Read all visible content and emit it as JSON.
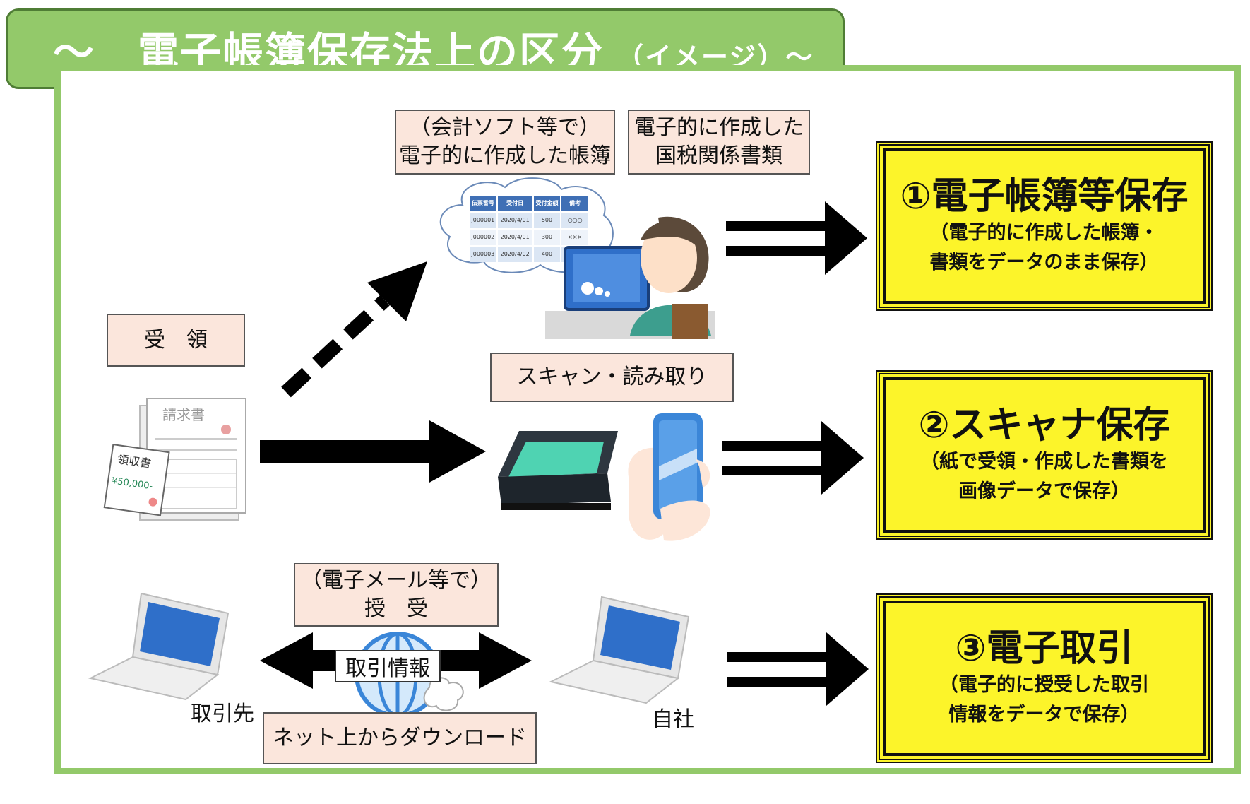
{
  "title": {
    "main": "～　電子帳簿保存法上の区分",
    "sub": "（イメージ）～"
  },
  "labels": {
    "receive": "受　領",
    "accounting_software": "（会計ソフト等で）\n電子的に作成した帳簿",
    "tax_docs": "電子的に作成した\n国税関係書類",
    "scan": "スキャン・読み取り",
    "email": "（電子メール等で）\n授　受",
    "trade_info": "取引情報",
    "download": "ネット上からダウンロード",
    "partner": "取引先",
    "own_company": "自社"
  },
  "results": [
    {
      "title": "①電子帳簿等保存",
      "desc": "（電子的に作成した帳簿・\n書類をデータのまま保存）"
    },
    {
      "title": "②スキャナ保存",
      "desc": "（紙で受領・作成した書類を\n画像データで保存）"
    },
    {
      "title": "③電子取引",
      "desc": "（電子的に授受した取引\n情報をデータで保存）"
    }
  ],
  "spreadsheet": {
    "headers": [
      "伝票番号",
      "受付日",
      "受付金額",
      "備考"
    ],
    "rows": [
      [
        "J000001",
        "2020/4/01",
        "500",
        "○○○"
      ],
      [
        "J000002",
        "2020/4/01",
        "300",
        "×××"
      ],
      [
        "J000003",
        "2020/4/02",
        "400",
        "△△△"
      ]
    ]
  },
  "invoice": {
    "title": "請求書",
    "receipt": "領収書",
    "amount": "¥50,000-"
  },
  "colors": {
    "frame": "#93c96a",
    "banner_border": "#4f7d35",
    "label_bg": "#fbe6dc",
    "result_bg": "#fcf42a",
    "arrow": "#000000",
    "screen": "#2f6fc9"
  }
}
